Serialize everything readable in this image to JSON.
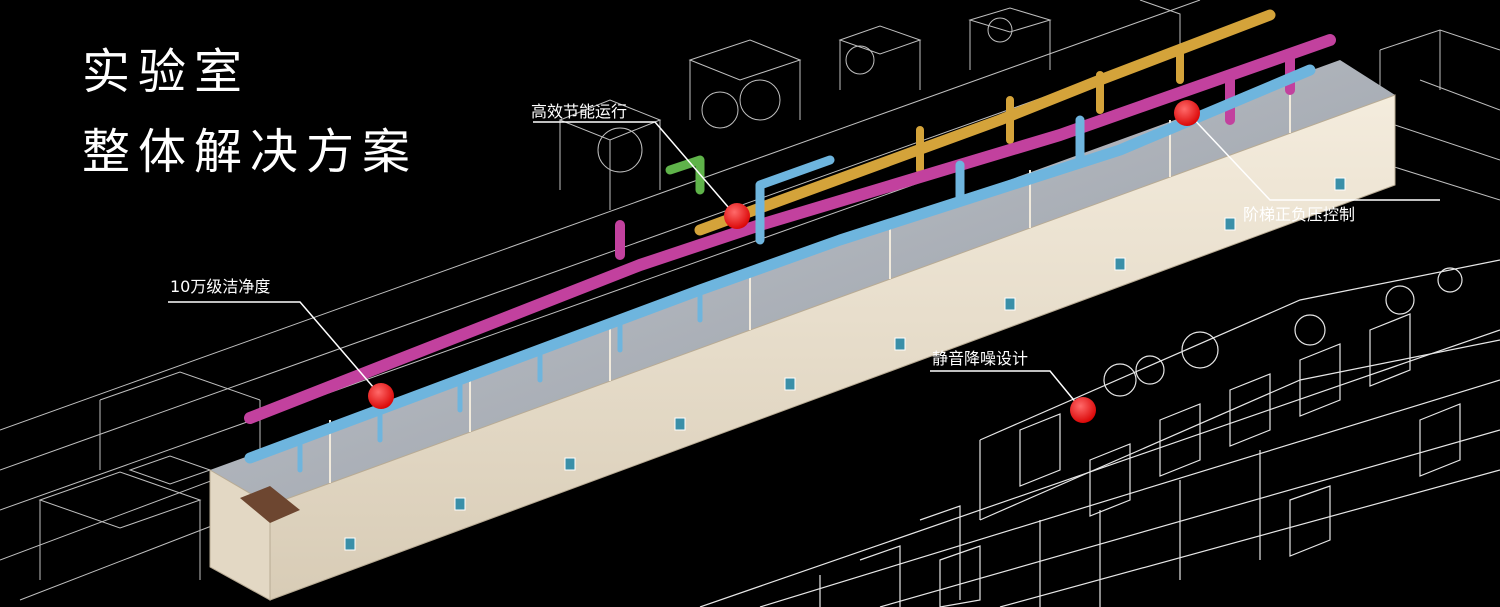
{
  "headline": {
    "line1": "实验室",
    "line2": "整体解决方案"
  },
  "callouts": {
    "efficient_operation": "高效节能运行",
    "stair_pressure_control": "阶梯正负压控制",
    "cleanliness_class": "10万级洁净度",
    "noise_reduction": "静音降噪设计"
  },
  "colors": {
    "background": "#000000",
    "wireframe": "#ffffff",
    "exhaust_duct": "#c2419e",
    "supply_duct": "#6eb5de",
    "fresh_air_duct": "#d4a33a",
    "marker": "#ff1a1a",
    "building_wall": "#efe6d6"
  }
}
